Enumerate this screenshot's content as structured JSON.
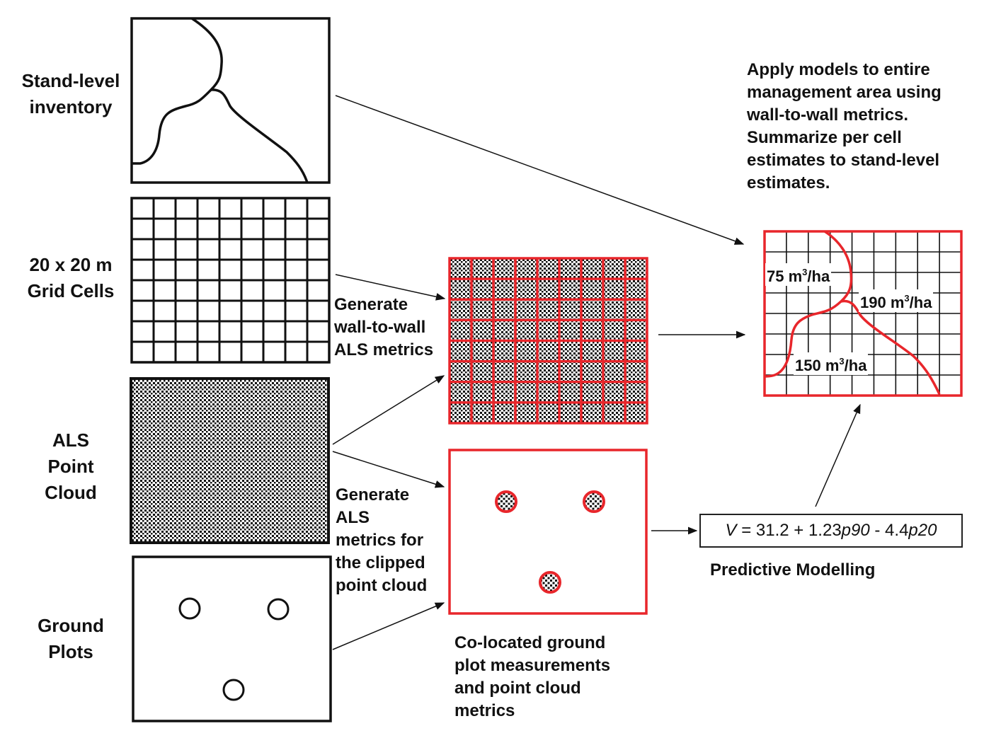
{
  "layers": {
    "stand": {
      "label_line1": "Stand-level",
      "label_line2": "inventory"
    },
    "grid": {
      "label_line1": "20 x 20 m",
      "label_line2": "Grid Cells",
      "rows": 8,
      "cols": 9
    },
    "als": {
      "label_line1": "ALS",
      "label_line2": "Point",
      "label_line3": "Cloud"
    },
    "ground": {
      "label_line1": "Ground",
      "label_line2": "Plots",
      "plot_count": 3
    }
  },
  "steps": {
    "wall_to_wall": {
      "line1": "Generate",
      "line2": "wall-to-wall",
      "line3": "ALS metrics"
    },
    "clipped": {
      "line1": "Generate",
      "line2": "ALS",
      "line3": "metrics for",
      "line4": "the clipped",
      "line5": "point cloud"
    },
    "colocated": {
      "line1": "Co-located ground",
      "line2": "plot measurements",
      "line3": "and point cloud",
      "line4": "metrics"
    },
    "apply": {
      "line1": "Apply models to entire",
      "line2": "management area using",
      "line3": "wall-to-wall metrics.",
      "line4": "Summarize per cell",
      "line5": "estimates to stand-level",
      "line6": "estimates."
    }
  },
  "model": {
    "formula": {
      "lhs": "V",
      "eq": " = 31.2 + 1.23",
      "v1": "p90",
      "mid": " - 4.4",
      "v2": "p20"
    },
    "caption": "Predictive Modelling"
  },
  "estimates": [
    {
      "value": "75",
      "unit_pre": " m",
      "unit_sup": "3",
      "unit_post": "/ha"
    },
    {
      "value": "190",
      "unit_pre": " m",
      "unit_sup": "3",
      "unit_post": "/ha"
    },
    {
      "value": "150",
      "unit_pre": " m",
      "unit_sup": "3",
      "unit_post": "/ha"
    }
  ],
  "colors": {
    "highlight": "#e8262b",
    "ink": "#111111"
  }
}
